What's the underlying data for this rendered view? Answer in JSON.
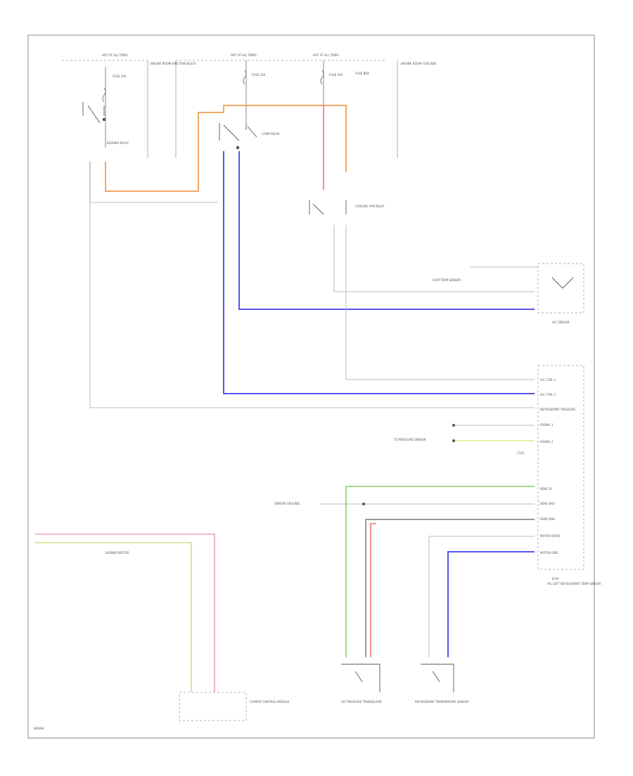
{
  "colors": {
    "frame": "#888888",
    "thin_wire": "#bbbbbb",
    "dark_wire": "#444444",
    "orange_wire": "#f2a864",
    "blue_wire": "#5555ee",
    "red_wire": "#f08585",
    "pink_wire": "#f0a0b8",
    "green_wire": "#9ad27a",
    "yellow_wire": "#e6e68a",
    "gray_wire": "#777777"
  },
  "labels": {
    "fuse_box_left": "HOT AT ALL TIMES",
    "fuse_box_mid": "HOT AT ALL TIMES",
    "fuse_box_right": "HOT AT ALL TIMES",
    "fuse_left": "FUSE 10A",
    "fuse_mid": "FUSE 15A",
    "fuse_right": "FUSE 20A",
    "fuse_left_block": "ENGINE ROOM JUNCTION BLOCK",
    "fuse_mid_block": "FUSE BOX",
    "fuse_right_block": "ENGINE ROOM FUSE BOX",
    "relay_left": "BLOWER RELAY",
    "relay_mid": "COMP RELAY",
    "relay_right": "COOLING FAN RELAY",
    "sensor_top": "EVAP TEMP SENSOR",
    "sensor_top_name": "A/C SENSOR",
    "module_connector": "C101",
    "module_name": "ECM",
    "module_pins": [
      "A/C CTRL 1",
      "A/C CTRL 2",
      "REFRIGERANT PRESSURE",
      "SIGNAL 1",
      "SIGNAL 2"
    ],
    "module_pins_lower": [
      "SENS 5V",
      "SENS SPLY",
      "SENS GND",
      "MOTOR DRIVE",
      "MOTOR GND"
    ],
    "pressure_note": "TO PRESSURE SENSOR",
    "sensor_ground": "SENSOR GROUND",
    "evap_module": "A/C LEFT REFRIGERANT TEMP SENSOR",
    "left_harness": "BLOWER MOTOR",
    "bottom_left_device": "CLIMATE CONTROL MODULE",
    "bottom_mid_device": "A/C PRESSURE TRANSDUCER",
    "bottom_right_device": "REFRIGERANT TEMPERATURE SENSOR",
    "diagram_id": "W0098"
  }
}
